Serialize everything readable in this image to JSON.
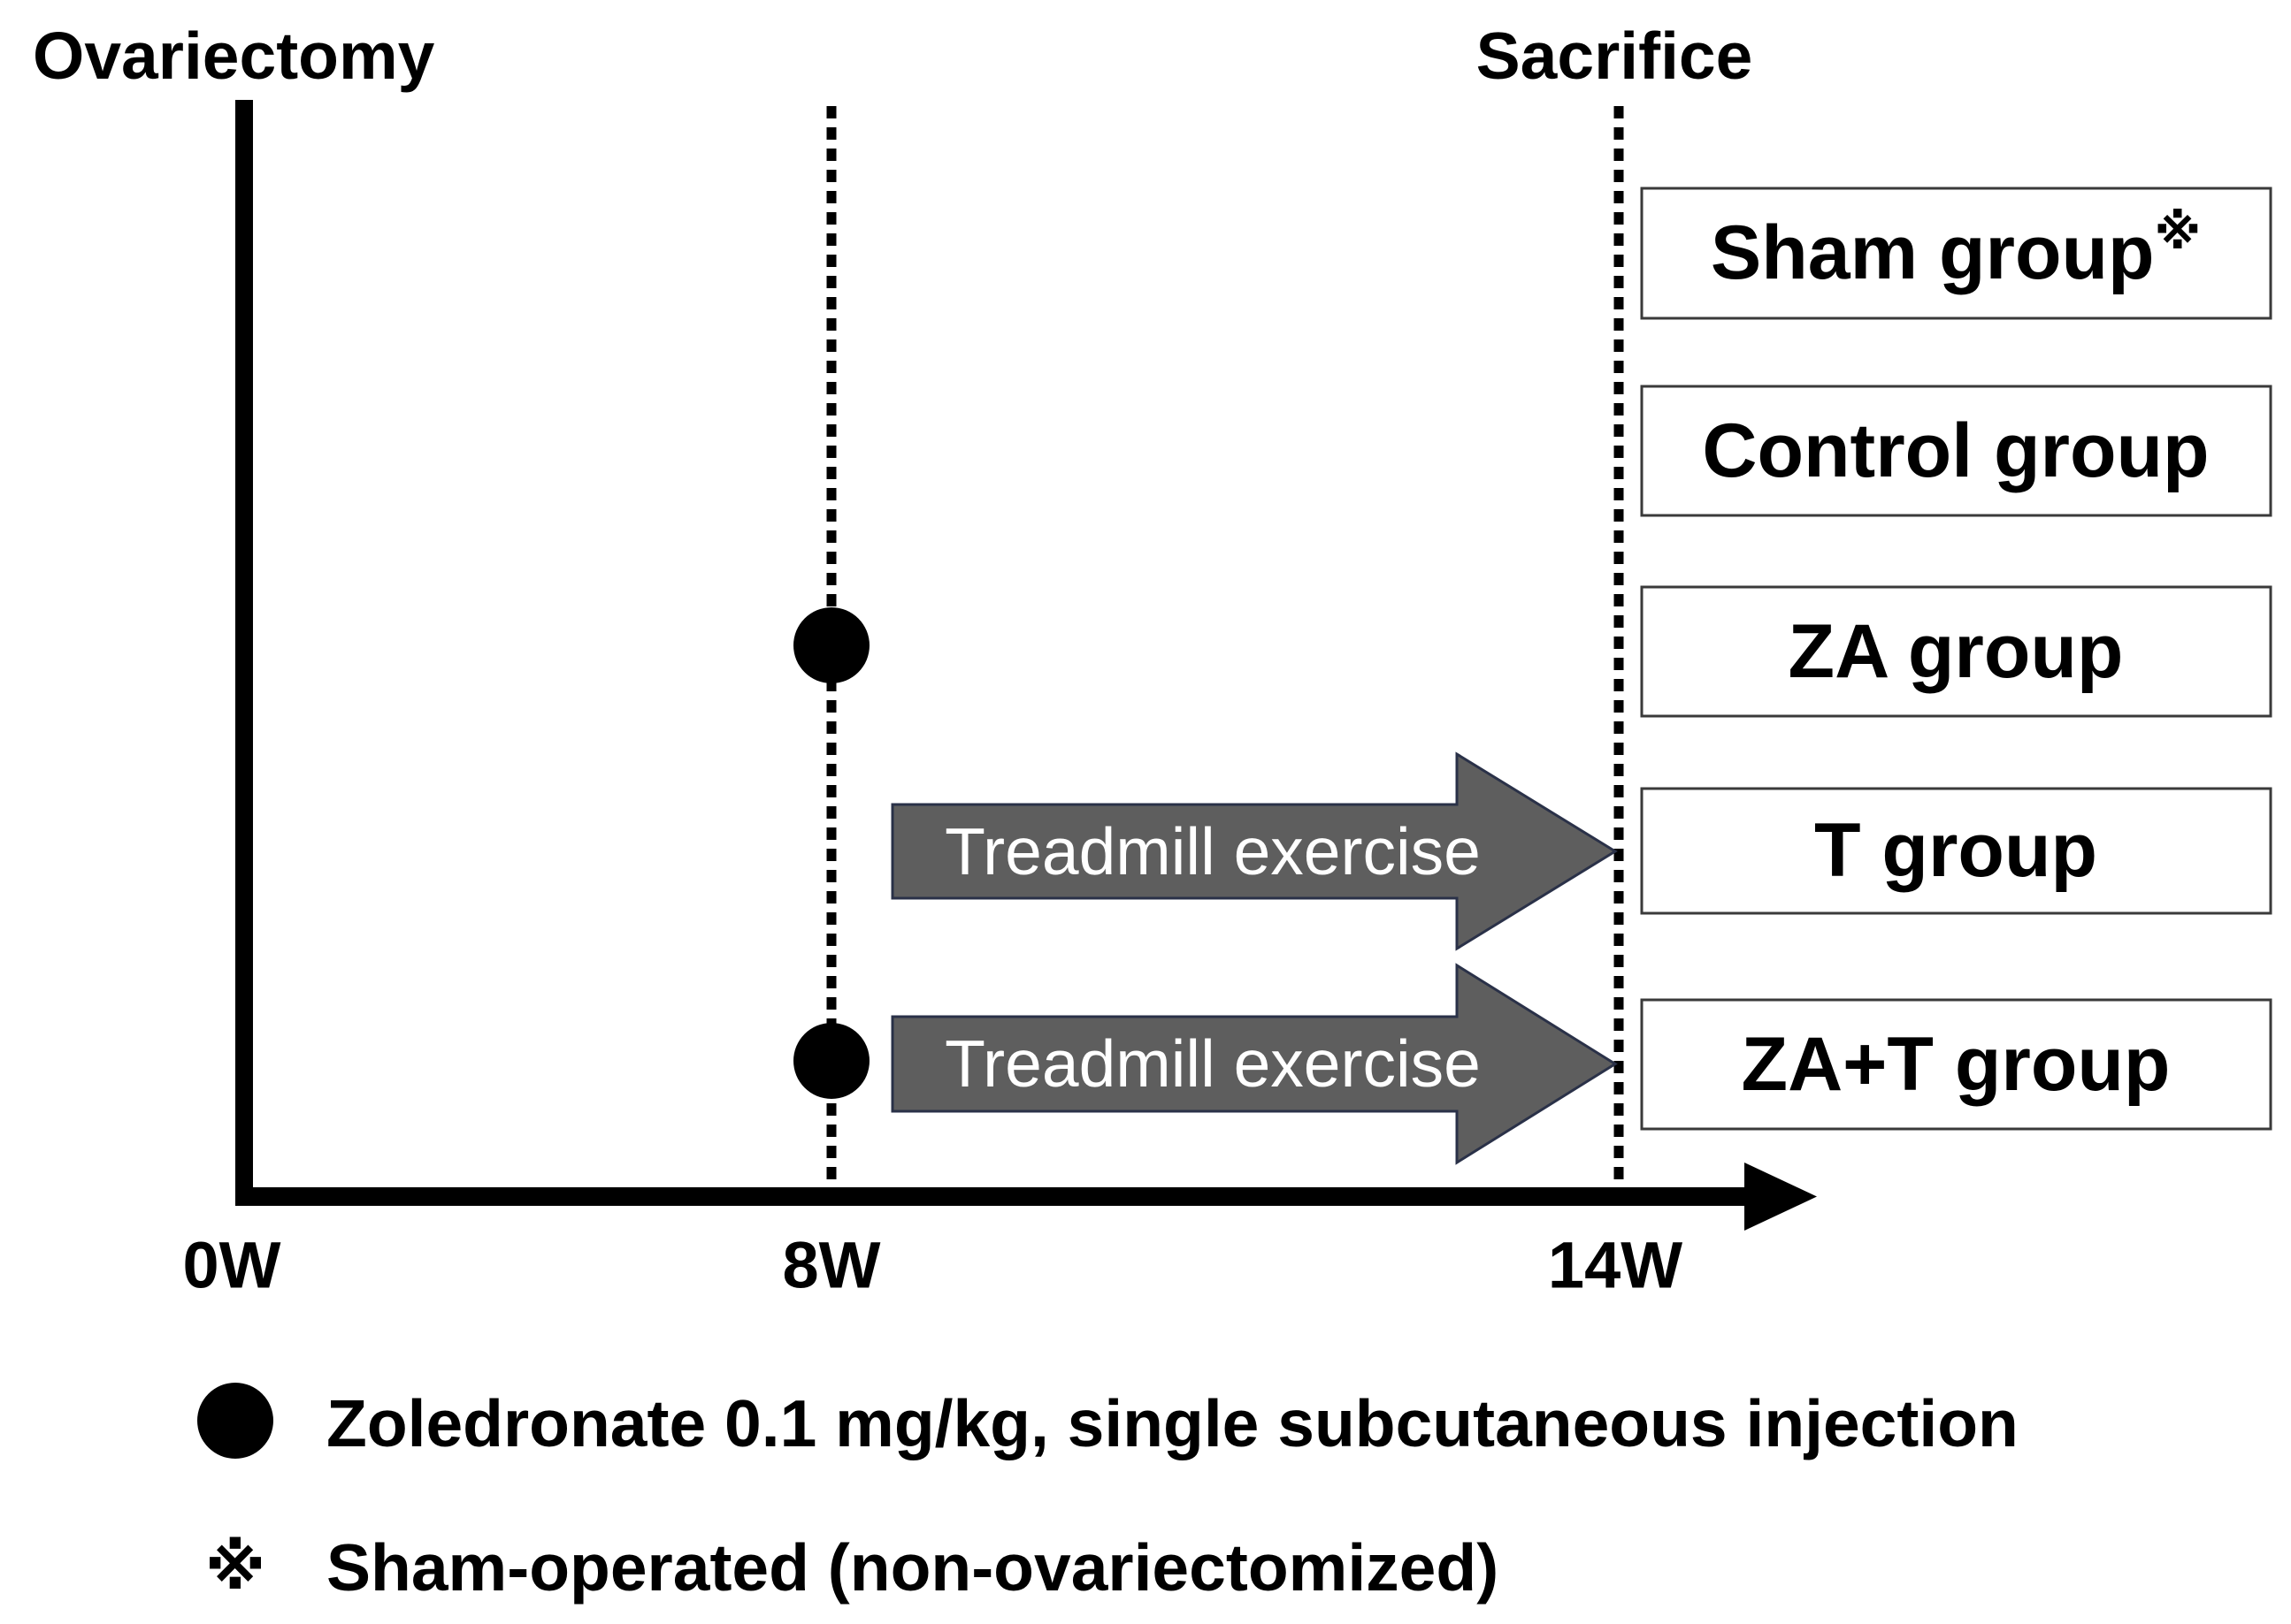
{
  "events": {
    "start": "Ovariectomy",
    "end": "Sacrifice"
  },
  "timeline": {
    "ticks": [
      "0W",
      "8W",
      "14W"
    ]
  },
  "groups": [
    {
      "label": "Sham group",
      "mark": "※"
    },
    {
      "label": "Control group"
    },
    {
      "label": "ZA group",
      "injection": true
    },
    {
      "label": "T group",
      "exercise": "Treadmill exercise"
    },
    {
      "label": "ZA+T group",
      "injection": true,
      "exercise": "Treadmill exercise"
    }
  ],
  "legend": [
    {
      "symbol": "filled-circle-icon",
      "text": "Zoledronate 0.1 mg/kg, single subcutaneous injection"
    },
    {
      "symbol": "※",
      "text": "Sham-operated (non-ovariectomized)"
    }
  ],
  "colors": {
    "ink": "#000000",
    "arrow_fill": "#5e5e5e",
    "arrow_outline": "#2a3148",
    "box_border": "#3a3a3a",
    "box_fill": "#ffffff"
  }
}
